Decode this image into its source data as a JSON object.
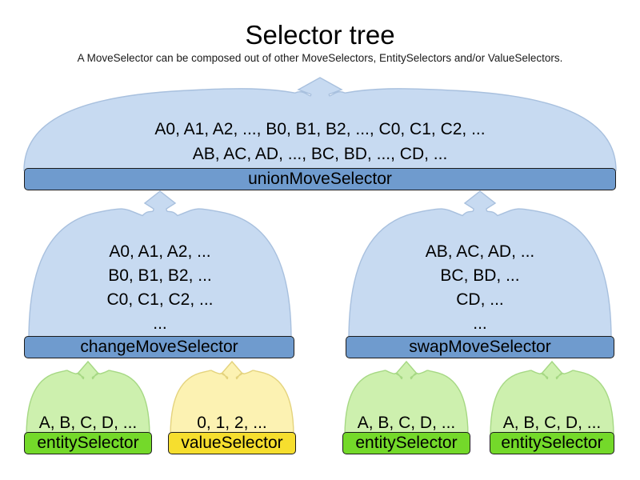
{
  "title": "Selector tree",
  "subtitle": "A MoveSelector can be composed out of other MoveSelectors, EntitySelectors and/or ValueSelectors.",
  "colors": {
    "shape_blue": "#c7daf1",
    "shape_blue_stroke": "#a8c0de",
    "bar_blue": "#6f9bce",
    "shape_green": "#cdf0ae",
    "shape_green_stroke": "#a6d884",
    "bar_green": "#74d92a",
    "shape_yellow": "#fcf2b2",
    "shape_yellow_stroke": "#e4d37d",
    "bar_yellow": "#f6de2e"
  },
  "nodes": {
    "union": {
      "label": "unionMoveSelector",
      "lines": [
        "A0, A1, A2, ..., B0, B1, B2, ..., C0, C1, C2, ...",
        "AB, AC, AD, ..., BC, BD, ..., CD, ..."
      ]
    },
    "change": {
      "label": "changeMoveSelector",
      "lines": [
        "A0, A1, A2, ...",
        "B0, B1, B2, ...",
        "C0, C1, C2, ...",
        "..."
      ]
    },
    "swap": {
      "label": "swapMoveSelector",
      "lines": [
        "AB, AC, AD, ...",
        "BC, BD, ...",
        "CD, ...",
        "..."
      ]
    },
    "entity1": {
      "label": "entitySelector",
      "lines": [
        "A, B, C, D, ..."
      ]
    },
    "value1": {
      "label": "valueSelector",
      "lines": [
        "0, 1, 2, ..."
      ]
    },
    "entity2": {
      "label": "entitySelector",
      "lines": [
        "A, B, C, D, ..."
      ]
    },
    "entity3": {
      "label": "entitySelector",
      "lines": [
        "A, B, C, D, ..."
      ]
    }
  }
}
